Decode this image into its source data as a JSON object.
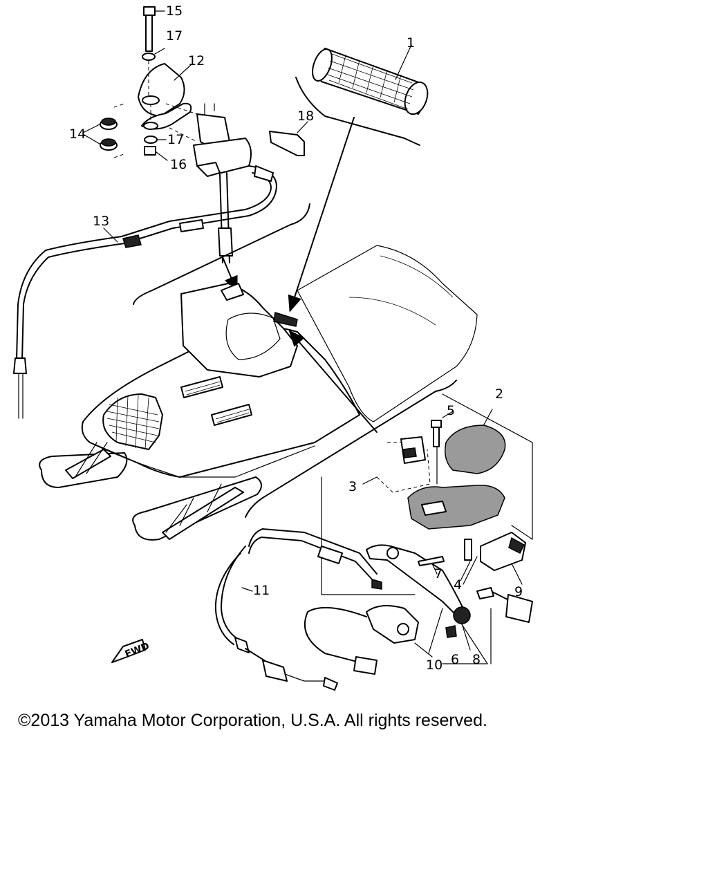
{
  "diagram": {
    "callouts": [
      "1",
      "2",
      "3",
      "4",
      "5",
      "6",
      "7",
      "8",
      "9",
      "10",
      "11",
      "12",
      "13",
      "14",
      "15",
      "16",
      "17",
      "18"
    ],
    "label_17_second": "17",
    "fwd_label": "FWD"
  },
  "footer": {
    "copyright": "©2013 Yamaha Motor Corporation, U.S.A. All rights reserved."
  },
  "colors": {
    "ink": "#000000",
    "paper": "#ffffff",
    "shade": "#9a9a9a"
  }
}
